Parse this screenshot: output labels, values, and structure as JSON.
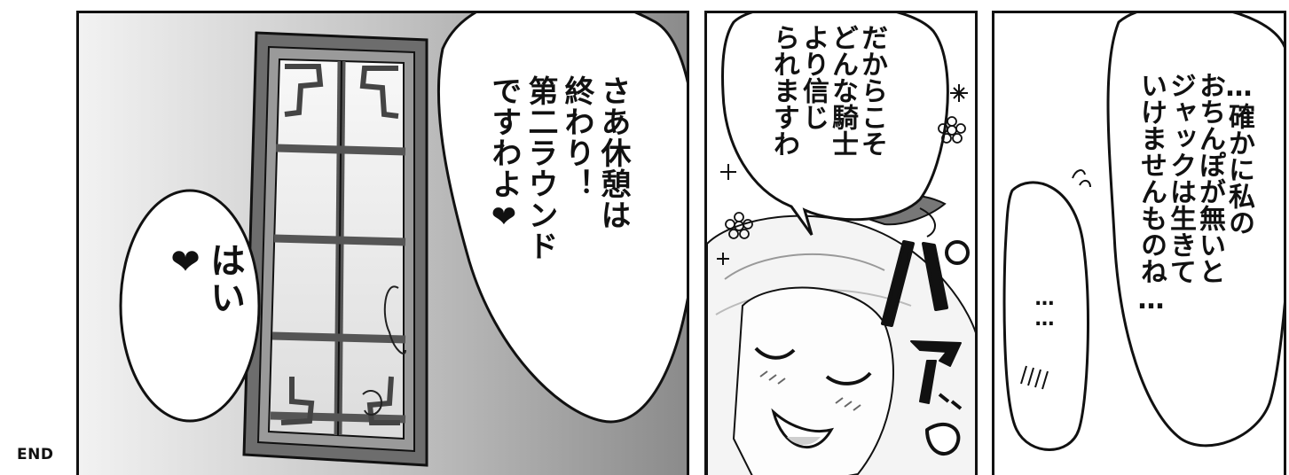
{
  "end_label": "END",
  "panels": [
    {
      "speech": {
        "main": "さあ休憩は\n終わり！\n第二ラウンド\nですわよ❤",
        "reply": "はい\n❤"
      }
    },
    {
      "speech": {
        "main": "だからこそ\nどんな騎士\nより信じ\nられますわ"
      },
      "sfx": "パァッ"
    },
    {
      "speech": {
        "main": "…確かに私の\nおちんぽが無いと\nジャックは生きて\nいけませんものね…",
        "reply": "……"
      }
    }
  ],
  "icons": [
    "heart-icon",
    "flower-icon",
    "sparkle-icon"
  ]
}
